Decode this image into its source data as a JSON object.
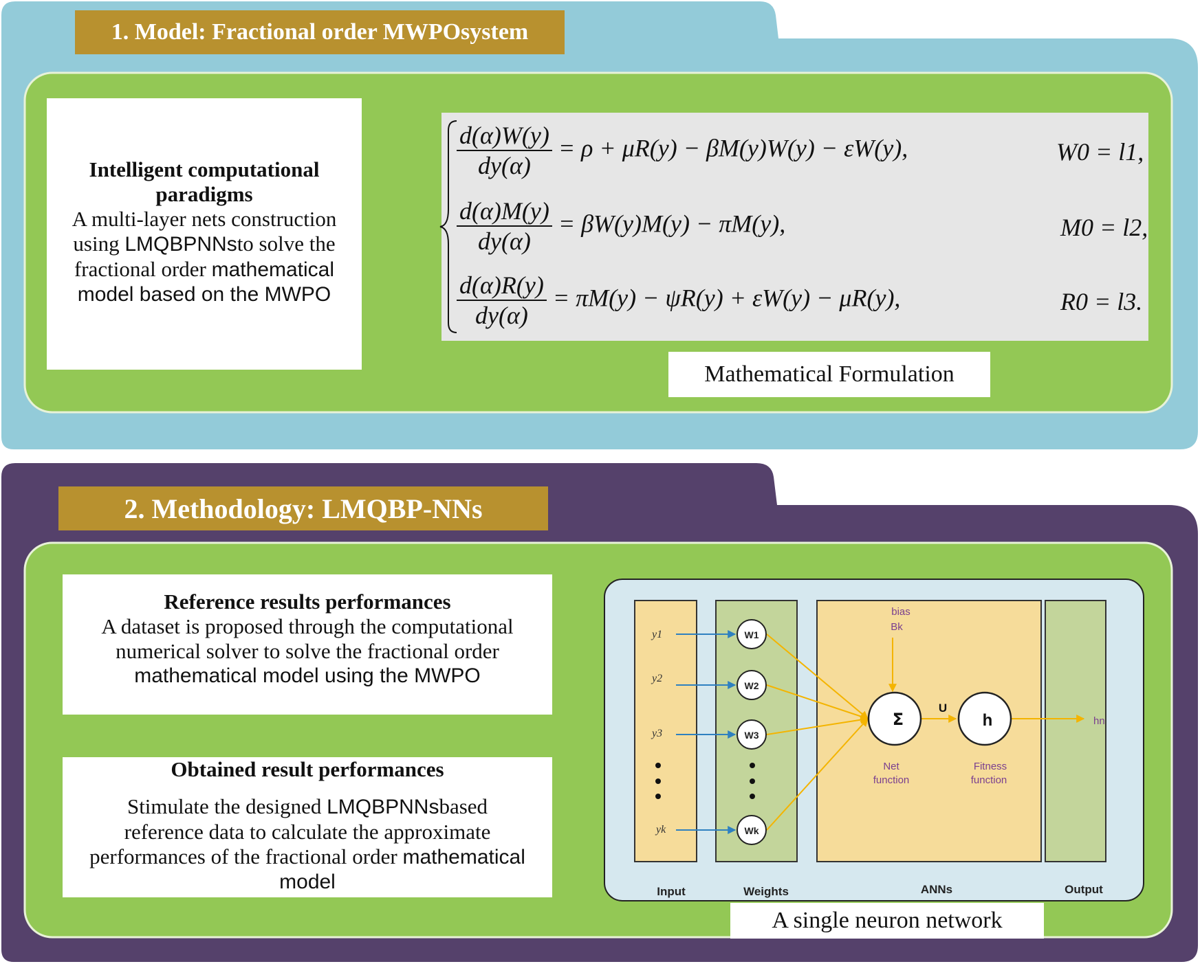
{
  "section1": {
    "title": "1. Model: Fractional order MWPOsystem",
    "paradigm_box": {
      "heading": "Intelligent computational paradigms",
      "line1": "A multi-layer nets construction",
      "line2a": "using ",
      "line2b": "LMQBPNNs",
      "line2c": "to solve the",
      "line3a": "fractional order ",
      "line3b": "mathematical",
      "line4": "model based on the MWPO"
    },
    "equations": {
      "eq1_num": "d(α)W(y)",
      "eq1_den": "dy(α)",
      "eq1_rhs": "= ρ + μR(y) − βM(y)W(y) − εW(y),",
      "eq1_ic": "W0 = l1,",
      "eq2_num": "d(α)M(y)",
      "eq2_den": "dy(α)",
      "eq2_rhs": "= βW(y)M(y) − πM(y),",
      "eq2_ic": "M0 = l2,",
      "eq3_num": "d(α)R(y)",
      "eq3_den": "dy(α)",
      "eq3_rhs": "= πM(y) − ψR(y) + εW(y) − μR(y),",
      "eq3_ic": "R0 = l3."
    },
    "formulation_caption": "Mathematical Formulation"
  },
  "section2": {
    "title": "2. Methodology: LMQBP-NNs",
    "reference_box": {
      "heading": "Reference results performances",
      "line1": "A dataset is proposed through the computational",
      "line2": "numerical solver to solve the fractional order",
      "line3": "mathematical model using the MWPO"
    },
    "obtained_box": {
      "heading": "Obtained result performances",
      "line1a": "Stimulate the designed ",
      "line1b": "LMQBPNNs",
      "line1c": "based",
      "line2": "reference data to calculate the approximate",
      "line3a": "performances of the fractional order ",
      "line3b": "mathematical",
      "line4": "model"
    },
    "network": {
      "inputs": [
        "y1",
        "y2",
        "y3",
        "yk"
      ],
      "weights": [
        "W1",
        "W2",
        "W3",
        "Wk"
      ],
      "bias_label": "bias",
      "bias_symbol": "Bk",
      "sum_symbol": "Σ",
      "u_label": "U",
      "h_symbol": "h",
      "net_label": "Net",
      "net_label2": "function",
      "fitness_label": "Fitness",
      "fitness_label2": "function",
      "output_label": "hn",
      "col_input": "Input",
      "col_weights": "Weights",
      "col_anns": "ANNs",
      "col_output": "Output"
    },
    "network_caption": "A single neuron network"
  },
  "colors": {
    "section1_bg": "#93cbd9",
    "section2_bg": "#55416b",
    "panel_green": "#93c855",
    "title_gold": "#b8912f",
    "net_bg": "#d6e8ef",
    "input_col": "#f6dc9a",
    "weights_col": "#c3d59b",
    "arrow_blue": "#2e80c0",
    "arrow_yellow": "#f4b400"
  }
}
